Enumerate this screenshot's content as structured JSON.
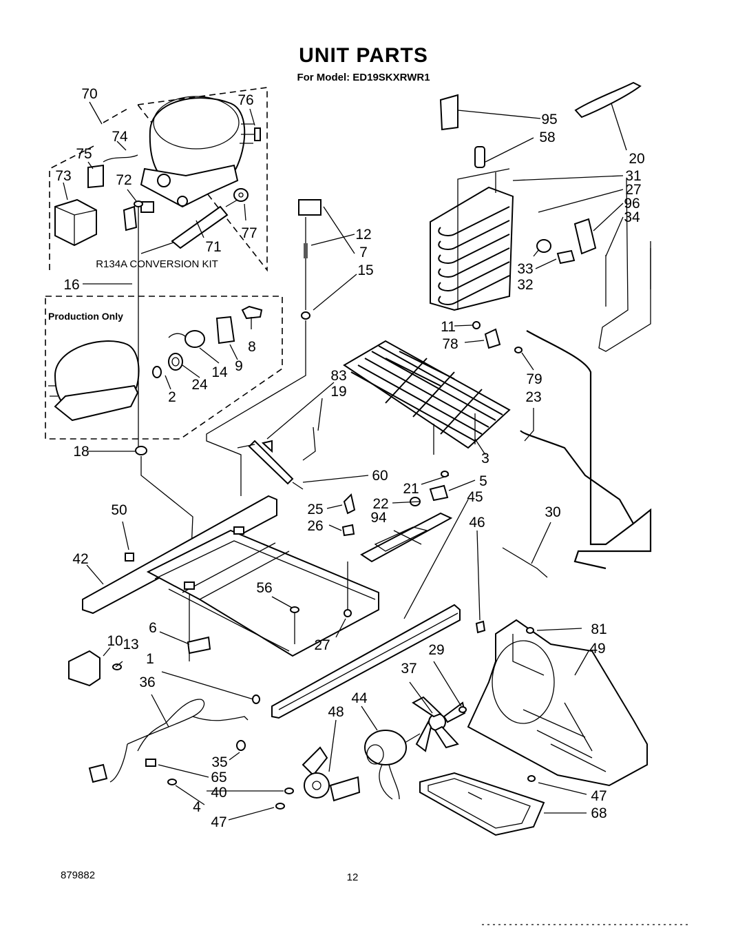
{
  "title": "UNIT PARTS",
  "subtitle": "For Model: ED19SKXRWR1",
  "kit_label": "R134A  CONVERSION  KIT",
  "production_label": "Production Only",
  "document_number": "879882",
  "page_number": "12",
  "callouts": {
    "c70": "70",
    "c76": "76",
    "c74": "74",
    "c75": "75",
    "c73": "73",
    "c72": "72",
    "c77": "77",
    "c71": "71",
    "c16": "16",
    "c12": "12",
    "c7": "7",
    "c15": "15",
    "c8": "8",
    "c9": "9",
    "c14": "14",
    "c24": "24",
    "c2": "2",
    "c18": "18",
    "c95": "95",
    "c58": "58",
    "c20": "20",
    "c31": "31",
    "c27a": "27",
    "c96": "96",
    "c34": "34",
    "c33": "33",
    "c32": "32",
    "c11": "11",
    "c78": "78",
    "c79": "79",
    "c23": "23",
    "c83": "83",
    "c19": "19",
    "c3": "3",
    "c60": "60",
    "c21": "21",
    "c5": "5",
    "c22": "22",
    "c45": "45",
    "c25": "25",
    "c26": "26",
    "c94": "94",
    "c46": "46",
    "c30": "30",
    "c50": "50",
    "c42": "42",
    "c56": "56",
    "c27b": "27",
    "c81": "81",
    "c49": "49",
    "c6": "6",
    "c10": "10",
    "c13": "13",
    "c1": "1",
    "c29": "29",
    "c37": "37",
    "c36": "36",
    "c44": "44",
    "c48": "48",
    "c35": "35",
    "c65": "65",
    "c40": "40",
    "c4": "4",
    "c47a": "47",
    "c47b": "47",
    "c68": "68"
  }
}
